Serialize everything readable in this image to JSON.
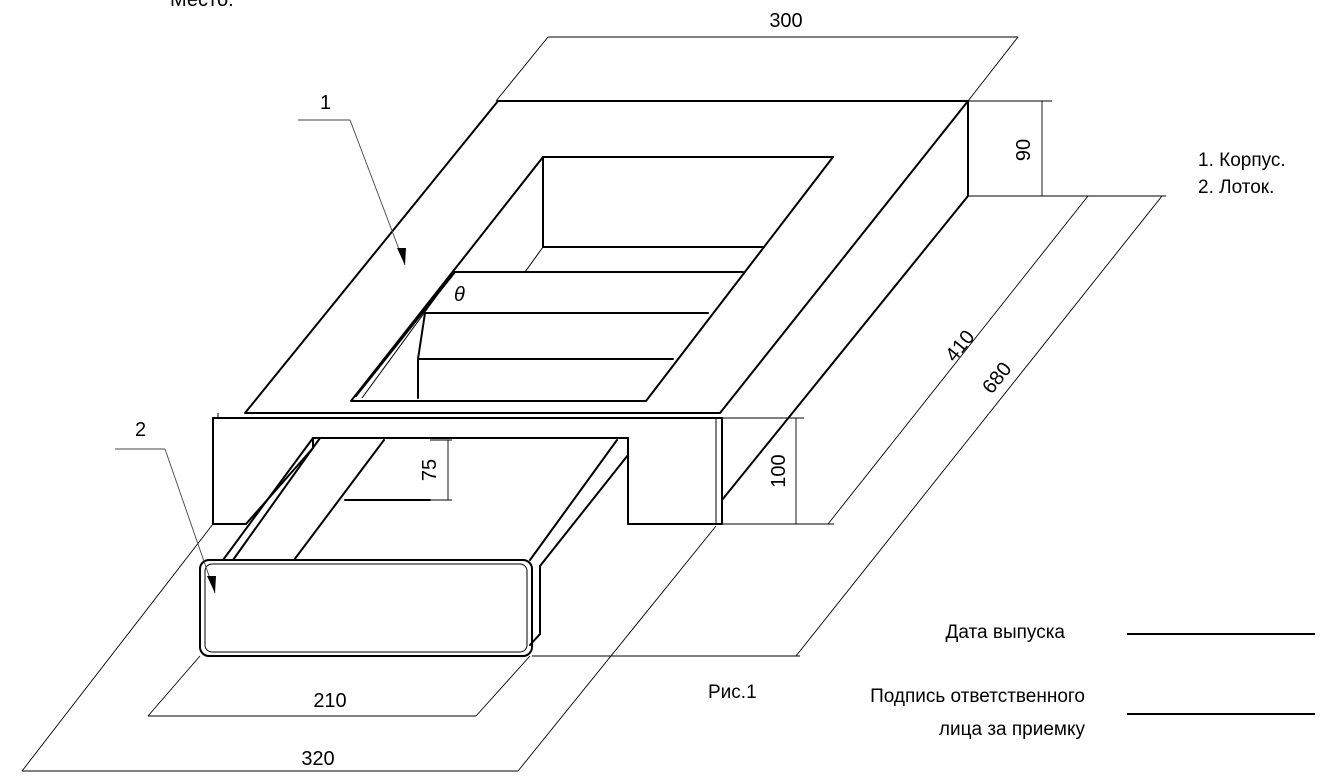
{
  "header_fragment": "Место:",
  "dimensions": {
    "top_width": "300",
    "corpus_height": "90",
    "inner_depth": "410",
    "total_depth": "680",
    "front_height": "100",
    "tray_inner_height": "75",
    "tray_width": "210",
    "front_width": "320",
    "angle_label": "θ"
  },
  "callouts": {
    "corpus": "1",
    "tray": "2"
  },
  "legend": {
    "item1": "1. Корпус.",
    "item2": "2. Лоток."
  },
  "figure_caption": "Рис.1",
  "signature_block": {
    "release_date_label": "Дата выпуска",
    "responsible_line1": "Подпись ответственного",
    "responsible_line2": "лица за приемку"
  }
}
